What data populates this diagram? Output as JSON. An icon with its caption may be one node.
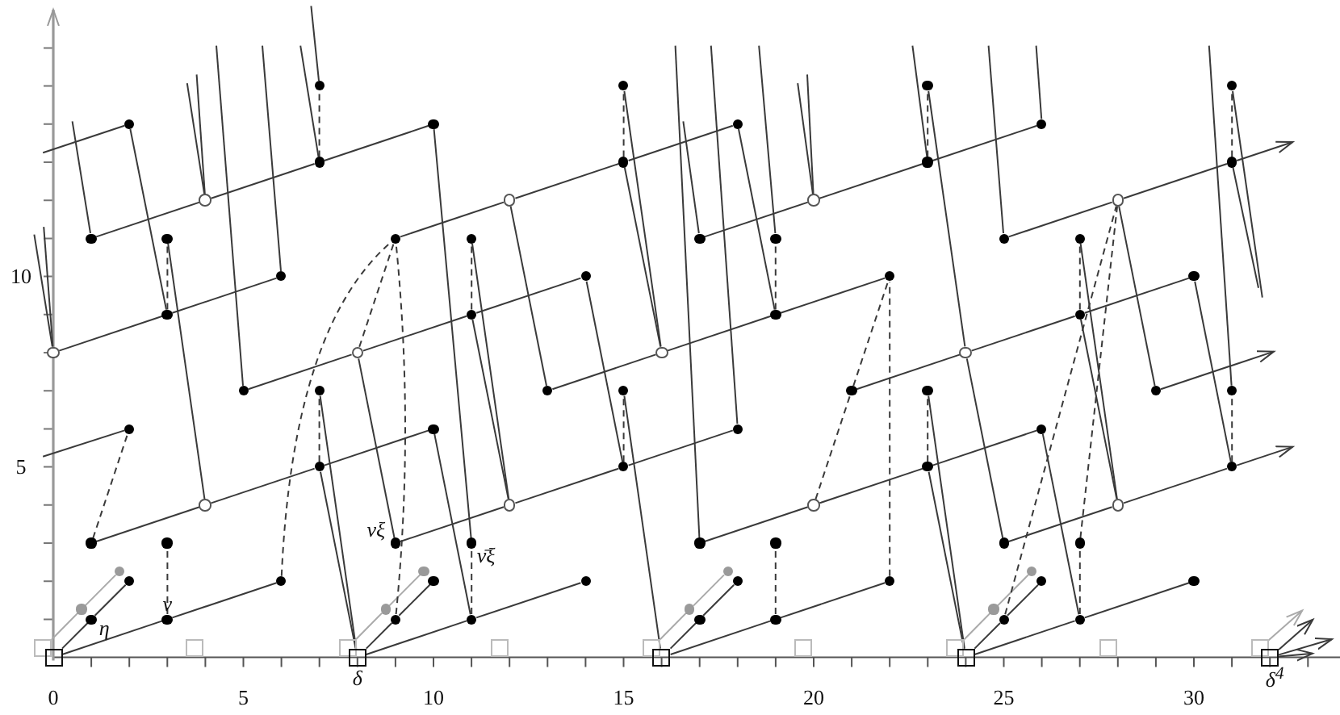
{
  "diagram": {
    "nodes": [
      {
        "text": [],
        "shape": "dot"
      },
      {
        "text": [],
        "shape": "dot"
      },
      {
        "text": [],
        "shape": "dot"
      },
      {
        "text": [],
        "shape": "dot"
      },
      {
        "text": [],
        "shape": "dot"
      },
      {
        "text": [],
        "shape": "dot"
      },
      {
        "text": [],
        "shape": "dot"
      },
      {
        "text": [],
        "shape": "dot"
      },
      {
        "text": [],
        "shape": "dot"
      },
      {
        "text": [],
        "shape": "dot"
      },
      {
        "text": [],
        "shape": "dot"
      },
      {
        "text": [],
        "shape": "dot"
      },
      {
        "text": [],
        "shape": "circle"
      },
      {
        "text": [],
        "shape": "circle"
      },
      {
        "text": [],
        "shape": "circle"
      },
      {
        "text": [],
        "shape": "circle"
      },
      {
        "text": [],
        "shape": "dot"
      },
      {
        "text": [],
        "shape": "dot"
      },
      {
        "text": [],
        "shape": "dot"
      },
      {
        "text": [],
        "shape": "dot"
      },
      {
        "text": [],
        "shape": "dot"
      },
      {
        "text": [],
        "shape": "dot"
      },
      {
        "text": [],
        "shape": "dot"
      },
      {
        "text": [],
        "shape": "dot"
      },
      {
        "text": [],
        "shape": "dot"
      },
      {
        "text": [],
        "shape": "dot"
      },
      {
        "text": [],
        "shape": "dot"
      },
      {
        "text": [],
        "shape": "dot"
      },
      {
        "text": [],
        "shape": "dot"
      },
      {
        "text": [],
        "shape": "dot"
      },
      {
        "text": [],
        "shape": "dot"
      },
      {
        "text": [],
        "shape": "dot"
      },
      {
        "text": [],
        "shape": "circle"
      },
      {
        "text": [],
        "shape": "circle"
      },
      {
        "text": [],
        "shape": "circle"
      },
      {
        "text": [],
        "shape": "circle"
      },
      {
        "text": [],
        "shape": "dot"
      },
      {
        "text": [],
        "shape": "dot"
      },
      {
        "text": [],
        "shape": "dot"
      },
      {
        "text": [],
        "shape": "dot"
      },
      {
        "text": [],
        "shape": "dot"
      },
      {
        "text": [],
        "shape": "dot"
      },
      {
        "text": [],
        "shape": "dot"
      },
      {
        "text": [],
        "shape": "dot"
      },
      {
        "text": [],
        "shape": "dot"
      },
      {
        "text": [],
        "shape": "dot"
      },
      {
        "text": [],
        "shape": "dot"
      },
      {
        "text": [],
        "shape": "dot"
      },
      {
        "text": [],
        "shape": "dot"
      },
      {
        "text": [],
        "shape": "dot"
      },
      {
        "text": [],
        "shape": "dot"
      },
      {
        "text": [],
        "shape": "dot"
      },
      {
        "text": [],
        "shape": "circle"
      },
      {
        "text": [],
        "shape": "circle"
      },
      {
        "text": [],
        "shape": "circle"
      },
      {
        "text": [],
        "shape": "circle"
      },
      {
        "text": [],
        "shape": "dot"
      },
      {
        "text": [],
        "shape": "dot"
      },
      {
        "text": [],
        "shape": "dot",
        "beside": [
          "νξ"
        ]
      },
      {
        "text": [],
        "shape": "dot",
        "beside": [
          "ν̄ξ"
        ]
      },
      {
        "text": [],
        "shape": "dot"
      },
      {
        "text": [],
        "shape": "dot"
      },
      {
        "text": [],
        "shape": "dot"
      },
      {
        "text": [],
        "shape": "dot"
      },
      {
        "text": [],
        "shape": "dot"
      },
      {
        "text": [],
        "shape": "dot"
      },
      {
        "text": [],
        "shape": "dot"
      },
      {
        "text": [],
        "shape": "dot"
      },
      {
        "text": [],
        "shape": "dot"
      },
      {
        "text": [],
        "shape": "dot"
      },
      {
        "text": [],
        "shape": "dot"
      },
      {
        "text": [],
        "shape": "dot"
      },
      {
        "text": [],
        "shape": "dot"
      },
      {
        "text": [],
        "shape": "dot"
      },
      {
        "text": [],
        "shape": "dot"
      },
      {
        "text": [],
        "shape": "dot"
      },
      {
        "text": [],
        "shape": "dot"
      },
      {
        "text": [],
        "shape": "dot"
      },
      {
        "text": [],
        "shape": "dot"
      },
      {
        "text": [],
        "shape": "dot"
      },
      {
        "text": [],
        "shape": "dot",
        "beside": [
          "η"
        ]
      },
      {
        "text": [],
        "shape": "dot",
        "beside": [
          "ν"
        ]
      },
      {
        "text": [],
        "shape": "dot"
      },
      {
        "text": [],
        "shape": "dot"
      },
      {
        "text": [],
        "shape": "dot"
      },
      {
        "text": [],
        "shape": "dot"
      },
      {
        "text": [],
        "shape": "dot"
      },
      {
        "text": [],
        "shape": "dot"
      },
      {
        "text": [],
        "shape": "box"
      },
      {
        "text": [],
        "shape": "box"
      },
      {
        "text": [],
        "shape": "box"
      },
      {
        "text": [],
        "shape": "box"
      },
      {
        "text": [],
        "shape": "box"
      },
      {
        "text": [],
        "shape": "box"
      },
      {
        "text": [],
        "shape": "box"
      },
      {
        "text": [],
        "shape": "box"
      },
      {
        "text": [],
        "shape": "box"
      },
      {
        "text": [],
        "shape": "box"
      },
      {
        "text": [],
        "shape": "box",
        "beside": [
          "δ"
        ]
      },
      {
        "text": [],
        "shape": "box"
      },
      {
        "text": [],
        "shape": "box"
      },
      {
        "text": [],
        "shape": "box",
        "beside": [
          "δ$^{4}$"
        ]
      }
    ],
    "edges": [
      {
        "from": 97,
        "to": 81,
        "arrow": "none"
      },
      {
        "from": 81,
        "to": 69,
        "arrow": "none"
      },
      {
        "from": 98,
        "to": 83,
        "arrow": "none"
      },
      {
        "from": 83,
        "to": 71,
        "arrow": "none"
      },
      {
        "from": 99,
        "to": 85,
        "arrow": "none"
      },
      {
        "from": 85,
        "to": 73,
        "arrow": "none"
      },
      {
        "from": 100,
        "to": 87,
        "arrow": "none"
      },
      {
        "from": 87,
        "to": 75,
        "arrow": "none"
      },
      {
        "from": 101,
        "to": null,
        "arrow": "to"
      },
      {
        "from": 56,
        "to": 52,
        "arrow": "none"
      },
      {
        "from": 52,
        "to": 48,
        "arrow": "none"
      },
      {
        "from": 48,
        "to": 45,
        "arrow": "none"
      },
      {
        "from": 58,
        "to": 53,
        "arrow": "none"
      },
      {
        "from": 53,
        "to": 49,
        "arrow": "none"
      },
      {
        "from": 49,
        "to": 46,
        "arrow": "none"
      },
      {
        "from": 60,
        "to": 54,
        "arrow": "none"
      },
      {
        "from": 54,
        "to": 50,
        "arrow": "none"
      },
      {
        "from": 50,
        "to": 47,
        "arrow": "none"
      },
      {
        "from": 62,
        "to": 55,
        "arrow": "none"
      },
      {
        "from": 55,
        "to": 51,
        "arrow": "none"
      },
      {
        "from": 51,
        "to": null,
        "arrow": "to"
      },
      {
        "from": null,
        "to": 44,
        "arrow": "none"
      },
      {
        "from": 36,
        "to": 33,
        "arrow": "none"
      },
      {
        "from": 33,
        "to": 29,
        "arrow": "none"
      },
      {
        "from": 29,
        "to": 25,
        "arrow": "none"
      },
      {
        "from": 38,
        "to": 34,
        "arrow": "none"
      },
      {
        "from": 34,
        "to": 30,
        "arrow": "none"
      },
      {
        "from": 30,
        "to": 26,
        "arrow": "none"
      },
      {
        "from": 40,
        "to": 35,
        "arrow": "none"
      },
      {
        "from": 35,
        "to": 31,
        "arrow": "none"
      },
      {
        "from": 31,
        "to": 27,
        "arrow": "none"
      },
      {
        "from": 42,
        "to": null,
        "arrow": "to"
      },
      {
        "from": 32,
        "to": 28,
        "arrow": "none"
      },
      {
        "from": 28,
        "to": 24,
        "arrow": "none"
      },
      {
        "from": 18,
        "to": 13,
        "arrow": "none"
      },
      {
        "from": 13,
        "to": 9,
        "arrow": "none"
      },
      {
        "from": 9,
        "to": 6,
        "arrow": "none"
      },
      {
        "from": 16,
        "to": 12,
        "arrow": "none"
      },
      {
        "from": 12,
        "to": 8,
        "arrow": "none"
      },
      {
        "from": 8,
        "to": 5,
        "arrow": "none"
      },
      {
        "from": 20,
        "to": 14,
        "arrow": "none"
      },
      {
        "from": 14,
        "to": 10,
        "arrow": "none"
      },
      {
        "from": 10,
        "to": 7,
        "arrow": "none"
      },
      {
        "from": 22,
        "to": 15,
        "arrow": "none"
      },
      {
        "from": 15,
        "to": 11,
        "arrow": "none"
      },
      {
        "from": 11,
        "to": null,
        "arrow": "to"
      },
      {
        "from": null,
        "to": 4,
        "arrow": "none"
      },
      {
        "from": 97,
        "to": 80,
        "arrow": "none"
      },
      {
        "from": 80,
        "to": 68,
        "arrow": "none"
      },
      {
        "from": 88,
        "to": 76,
        "arrow": "none",
        "color": "#aaaaaa"
      },
      {
        "from": 76,
        "to": 64,
        "arrow": "none",
        "color": "#aaaaaa"
      },
      {
        "from": 98,
        "to": 82,
        "arrow": "none"
      },
      {
        "from": 82,
        "to": 70,
        "arrow": "none"
      },
      {
        "from": 90,
        "to": 77,
        "arrow": "none",
        "color": "#aaaaaa"
      },
      {
        "from": 77,
        "to": 65,
        "arrow": "none",
        "color": "#aaaaaa"
      },
      {
        "from": 99,
        "to": 84,
        "arrow": "none"
      },
      {
        "from": 84,
        "to": 72,
        "arrow": "none"
      },
      {
        "from": 92,
        "to": 78,
        "arrow": "none",
        "color": "#aaaaaa"
      },
      {
        "from": 78,
        "to": 66,
        "arrow": "none",
        "color": "#aaaaaa"
      },
      {
        "from": 100,
        "to": 86,
        "arrow": "none"
      },
      {
        "from": 86,
        "to": 74,
        "arrow": "none"
      },
      {
        "from": 94,
        "to": 79,
        "arrow": "none",
        "color": "#aaaaaa"
      },
      {
        "from": 79,
        "to": 67,
        "arrow": "none",
        "color": "#aaaaaa"
      },
      {
        "from": 101,
        "to": null,
        "arrow": "to"
      },
      {
        "from": 96,
        "to": null,
        "arrow": "to",
        "color": "#aaaaaa"
      },
      {
        "from": 28,
        "to": 4,
        "arrow": "none"
      },
      {
        "from": 52,
        "to": 17,
        "arrow": "none"
      },
      {
        "from": 98,
        "to": 48,
        "arrow": "none"
      },
      {
        "from": 98,
        "to": 37,
        "arrow": "none"
      },
      {
        "from": 58,
        "to": 33,
        "arrow": "none"
      },
      {
        "from": 83,
        "to": 45,
        "arrow": "none"
      },
      {
        "from": 59,
        "to": 5,
        "arrow": "none"
      },
      {
        "from": 53,
        "to": 29,
        "arrow": "none"
      },
      {
        "from": 53,
        "to": 19,
        "arrow": "none"
      },
      {
        "from": 38,
        "to": 13,
        "arrow": "none"
      },
      {
        "from": 49,
        "to": 25,
        "arrow": "none"
      },
      {
        "from": 99,
        "to": 39,
        "arrow": "none"
      },
      {
        "from": 34,
        "to": 9,
        "arrow": "none"
      },
      {
        "from": 34,
        "to": 1,
        "arrow": "none"
      },
      {
        "from": 30,
        "to": 6,
        "arrow": "none"
      },
      {
        "from": 100,
        "to": 50,
        "arrow": "none"
      },
      {
        "from": 100,
        "to": 41,
        "arrow": "none"
      },
      {
        "from": 35,
        "to": 2,
        "arrow": "none"
      },
      {
        "from": 62,
        "to": 35,
        "arrow": "none"
      },
      {
        "from": 87,
        "to": 47,
        "arrow": "none"
      },
      {
        "from": 55,
        "to": 31,
        "arrow": "none"
      },
      {
        "from": 55,
        "to": 23,
        "arrow": "none"
      },
      {
        "from": 42,
        "to": 15,
        "arrow": "none"
      },
      {
        "from": 51,
        "to": 27,
        "arrow": "none"
      },
      {
        "from": 32,
        "to": null,
        "arrow": "none"
      },
      {
        "from": 32,
        "to": null,
        "arrow": "none"
      },
      {
        "from": 16,
        "to": null,
        "arrow": "none"
      },
      {
        "from": 12,
        "to": null,
        "arrow": "none"
      },
      {
        "from": 12,
        "to": null,
        "arrow": "none"
      },
      {
        "from": 36,
        "to": null,
        "arrow": "none"
      },
      {
        "from": 24,
        "to": null,
        "arrow": "none"
      },
      {
        "from": 8,
        "to": null,
        "arrow": "none"
      },
      {
        "from": 0,
        "to": null,
        "arrow": "none"
      },
      {
        "from": 60,
        "to": null,
        "arrow": "none"
      },
      {
        "from": 20,
        "to": null,
        "arrow": "none"
      },
      {
        "from": 46,
        "to": null,
        "arrow": "none"
      },
      {
        "from": 21,
        "to": null,
        "arrow": "none"
      },
      {
        "from": 14,
        "to": null,
        "arrow": "none"
      },
      {
        "from": 14,
        "to": null,
        "arrow": "none"
      },
      {
        "from": 10,
        "to": null,
        "arrow": "none"
      },
      {
        "from": 22,
        "to": null,
        "arrow": "none"
      },
      {
        "from": 7,
        "to": null,
        "arrow": "none"
      },
      {
        "from": 43,
        "to": null,
        "arrow": "none"
      },
      {
        "from": 3,
        "to": null,
        "arrow": "none"
      },
      {
        "from": 11,
        "to": null,
        "arrow": "none"
      },
      {
        "from": 81,
        "to": 57,
        "arrow": "none",
        "style": "dashed"
      },
      {
        "from": 56,
        "to": 44,
        "arrow": "none",
        "style": "dashed"
      },
      {
        "from": 28,
        "to": 17,
        "arrow": "none",
        "style": "dashed"
      },
      {
        "from": 48,
        "to": 37,
        "arrow": "none",
        "style": "dashed"
      },
      {
        "from": 8,
        "to": 0,
        "arrow": "none",
        "style": "dashed"
      },
      {
        "from": 69,
        "to": 18,
        "arrow": "none",
        "style": "dashed"
      },
      {
        "from": 82,
        "to": 18,
        "arrow": "none",
        "style": "dashed"
      },
      {
        "from": 33,
        "to": 18,
        "arrow": "none",
        "style": "dashed"
      },
      {
        "from": 83,
        "to": 59,
        "arrow": "none",
        "style": "dashed"
      },
      {
        "from": 29,
        "to": 19,
        "arrow": "none",
        "style": "dashed"
      },
      {
        "from": 49,
        "to": 39,
        "arrow": "none",
        "style": "dashed"
      },
      {
        "from": 9,
        "to": 1,
        "arrow": "none",
        "style": "dashed"
      },
      {
        "from": 85,
        "to": 61,
        "arrow": "none",
        "style": "dashed"
      },
      {
        "from": 30,
        "to": 21,
        "arrow": "none",
        "style": "dashed"
      },
      {
        "from": 54,
        "to": 40,
        "arrow": "none",
        "style": "dashed"
      },
      {
        "from": 40,
        "to": 26,
        "arrow": "none",
        "style": "dashed"
      },
      {
        "from": 73,
        "to": 26,
        "arrow": "none",
        "style": "dashed"
      },
      {
        "from": 50,
        "to": 41,
        "arrow": "none",
        "style": "dashed"
      },
      {
        "from": 10,
        "to": 2,
        "arrow": "none",
        "style": "dashed"
      },
      {
        "from": 86,
        "to": 15,
        "arrow": "none",
        "style": "dashed"
      },
      {
        "from": 87,
        "to": 63,
        "arrow": "none",
        "style": "dashed"
      },
      {
        "from": 63,
        "to": 15,
        "arrow": "none",
        "style": "dashed"
      },
      {
        "from": 31,
        "to": 23,
        "arrow": "none",
        "style": "dashed"
      },
      {
        "from": 51,
        "to": 43,
        "arrow": "none",
        "style": "dashed"
      },
      {
        "from": 11,
        "to": 3,
        "arrow": "none",
        "style": "dashed"
      },
      {
        "from": 101,
        "to": null,
        "arrow": "to"
      }
    ],
    "labels": [
      "10",
      "5",
      "0",
      "5",
      "10",
      "15",
      "20",
      "25",
      "30"
    ]
  }
}
